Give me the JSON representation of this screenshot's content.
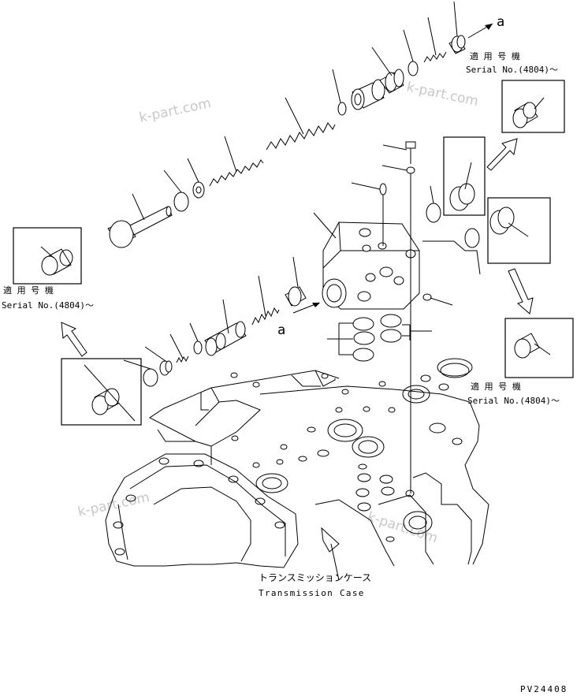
{
  "watermarks": [
    "k-part.com",
    "k-part.com",
    "k-part.com",
    "k-part.com"
  ],
  "serial_notes": [
    {
      "jp": "適 用 号 機",
      "en": "Serial No.(4804)～"
    },
    {
      "jp": "適 用 号 機",
      "en": "Serial No.(4804)～"
    },
    {
      "jp": "適 用 号 機",
      "en": "Serial No.(4804)～"
    }
  ],
  "arrow_labels": {
    "top": "a",
    "middle": "a"
  },
  "case_label": {
    "jp": "トランスミッションケース",
    "en": "Transmission Case"
  },
  "drawing_number": "PV24408",
  "icons": [
    "plug-icon",
    "arrow-icon"
  ]
}
